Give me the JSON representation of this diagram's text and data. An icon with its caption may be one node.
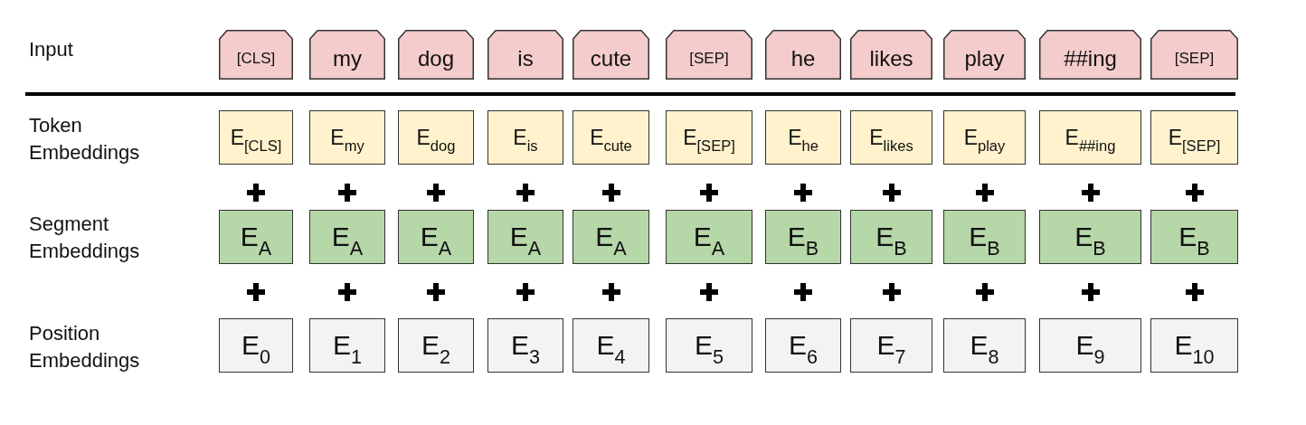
{
  "diagram": {
    "nodes": [
      {
        "text": [
          "[CLS]"
        ]
      },
      {
        "text": [
          "my"
        ]
      },
      {
        "text": [
          "dog"
        ]
      },
      {
        "text": [
          "is"
        ]
      },
      {
        "text": [
          "cute"
        ]
      },
      {
        "text": [
          "[SEP]"
        ]
      },
      {
        "text": [
          "he"
        ]
      },
      {
        "text": [
          "likes"
        ]
      },
      {
        "text": [
          "play"
        ]
      },
      {
        "text": [
          "##ing"
        ]
      },
      {
        "text": [
          "[SEP]"
        ]
      },
      {
        "text": [
          "E$_{[CLS]}$"
        ]
      },
      {
        "text": [
          "E$_{my}$"
        ]
      },
      {
        "text": [
          "E$_{dog}$"
        ]
      },
      {
        "text": [
          "E$_{is}$"
        ]
      },
      {
        "text": [
          "E$_{cute}$"
        ]
      },
      {
        "text": [
          "E$_{[SEP]}$"
        ]
      },
      {
        "text": [
          "E$_{he}$"
        ]
      },
      {
        "text": [
          "E$_{likes}$"
        ]
      },
      {
        "text": [
          "E$_{play}$"
        ]
      },
      {
        "text": [
          "E$_{##ing}$"
        ]
      },
      {
        "text": [
          "E$_{[SEP]}$"
        ]
      },
      {
        "text": [
          "E$_{A}$"
        ]
      },
      {
        "text": [
          "E$_{A}$"
        ]
      },
      {
        "text": [
          "E$_{A}$"
        ]
      },
      {
        "text": [
          "E$_{A}$"
        ]
      },
      {
        "text": [
          "E$_{A}$"
        ]
      },
      {
        "text": [
          "E$_{A}$"
        ]
      },
      {
        "text": [
          "E$_{B}$"
        ]
      },
      {
        "text": [
          "E$_{B}$"
        ]
      },
      {
        "text": [
          "E$_{B}$"
        ]
      },
      {
        "text": [
          "E$_{B}$"
        ]
      },
      {
        "text": [
          "E$_{B}$"
        ]
      },
      {
        "text": [
          "E$_{0}$"
        ]
      },
      {
        "text": [
          "E$_{1}$"
        ]
      },
      {
        "text": [
          "E$_{2}$"
        ]
      },
      {
        "text": [
          "E$_{3}$"
        ]
      },
      {
        "text": [
          "E$_{4}$"
        ]
      },
      {
        "text": [
          "E$_{5}$"
        ]
      },
      {
        "text": [
          "E$_{6}$"
        ]
      },
      {
        "text": [
          "E$_{7}$"
        ]
      },
      {
        "text": [
          "E$_{8}$"
        ]
      },
      {
        "text": [
          "E$_{9}$"
        ]
      },
      {
        "text": [
          "E$_{10}$"
        ]
      }
    ],
    "labels": [
      "Input",
      "Token Embeddings",
      "Segment Embeddings",
      "Position Embeddings"
    ]
  }
}
